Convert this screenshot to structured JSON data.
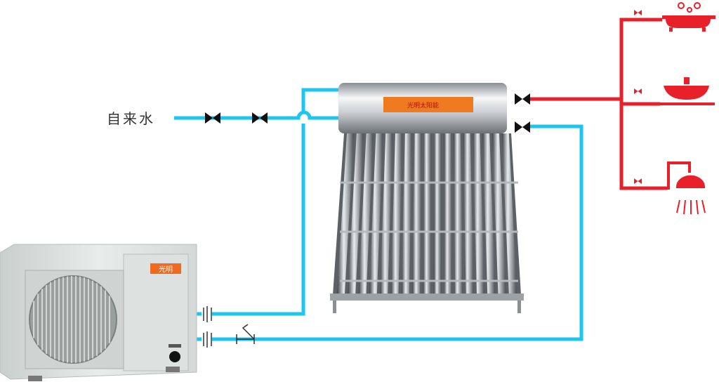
{
  "labels": {
    "tap_water": "自来水"
  },
  "logos": {
    "tank_brand": "光明太阳能",
    "heat_pump_brand": "光明"
  },
  "colors": {
    "cold_pipe": "#1cc6f0",
    "hot_pipe": "#e8202a",
    "valve": "#111111",
    "tank_label": "#f07a20"
  },
  "components": [
    "heat-pump-unit",
    "solar-water-heater",
    "bathtub",
    "wash-basin",
    "shower"
  ]
}
